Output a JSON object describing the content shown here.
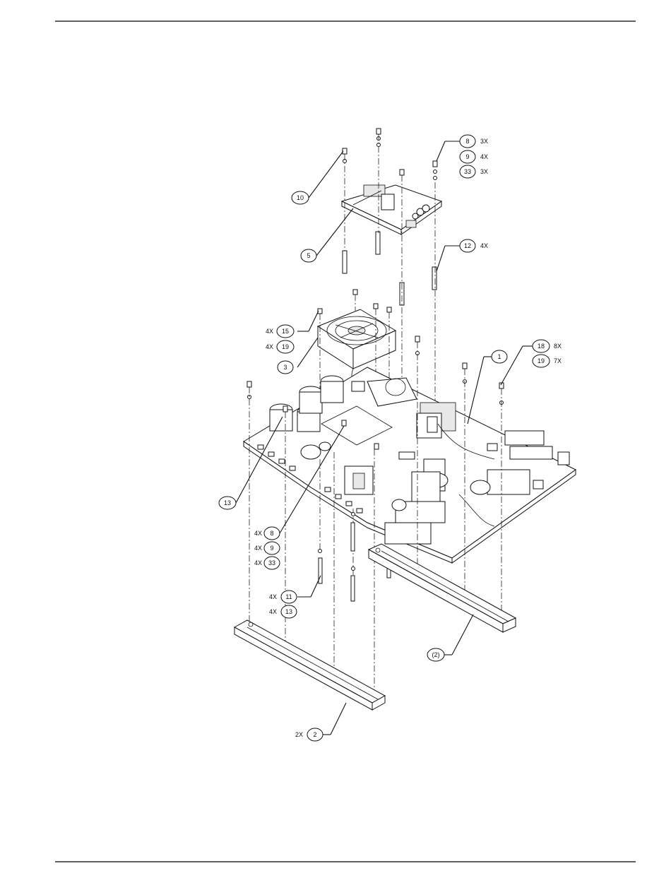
{
  "callouts": {
    "c10": {
      "label": "10"
    },
    "c5": {
      "label": "5"
    },
    "c8top": {
      "label": "8",
      "qty": "3X"
    },
    "c9top": {
      "label": "9",
      "qty": "4X"
    },
    "c33top": {
      "label": "33",
      "qty": "3X"
    },
    "c12": {
      "label": "12",
      "qty": "4X"
    },
    "c15": {
      "label": "15",
      "qty": "4X"
    },
    "c19left": {
      "label": "19",
      "qty": "4X"
    },
    "c3": {
      "label": "3"
    },
    "c1": {
      "label": "1"
    },
    "c18": {
      "label": "18",
      "qty": "8X"
    },
    "c19right": {
      "label": "19",
      "qty": "7X"
    },
    "c13a": {
      "label": "13"
    },
    "c8mid": {
      "label": "8",
      "qty": "4X"
    },
    "c9mid": {
      "label": "9",
      "qty": "4X"
    },
    "c33mid": {
      "label": "33",
      "qty": "4X"
    },
    "c11": {
      "label": "11",
      "qty": "4X"
    },
    "c13b": {
      "label": "13",
      "qty": "4X"
    },
    "c2paren": {
      "label": "(2)"
    },
    "c2": {
      "label": "2",
      "qty": "2X"
    }
  }
}
